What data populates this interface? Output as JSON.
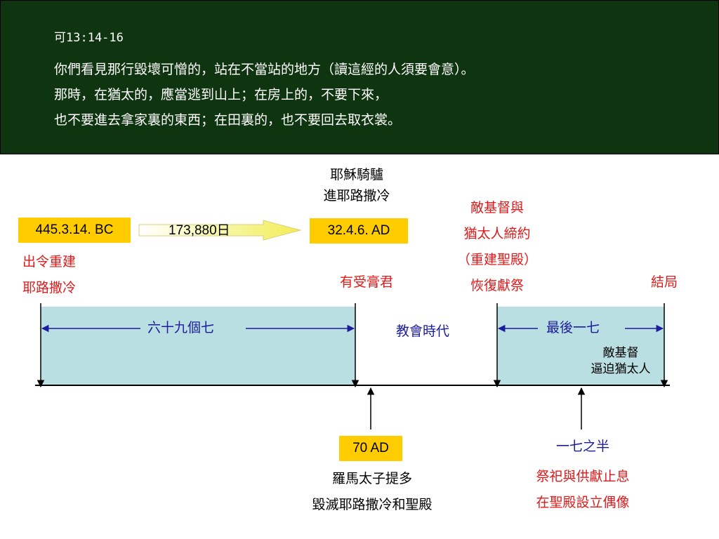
{
  "header": {
    "reference": "可13:14-16",
    "lines": [
      "你們看見那行毀壞可憎的，站在不當站的地方（讀這經的人須要會意）。",
      "那時，在猶太的，應當逃到山上；在房上的，不要下來，",
      "也不要進去拿家裏的東西；在田裏的，也不要回去取衣裳。"
    ]
  },
  "top_events": {
    "decree_date": "445.3.14. BC",
    "decree_desc": [
      "出令重建",
      "耶路撒冷"
    ],
    "days": "173,880日",
    "entry_title": [
      "耶穌騎驢",
      "進耶路撒冷"
    ],
    "entry_date": "32.4.6. AD",
    "anointed_cut_off": "有受膏君",
    "covenant": [
      "敵基督與",
      "猶太人締約",
      "（重建聖殿）",
      "恢復獻祭"
    ],
    "end": "結局"
  },
  "timeline": {
    "sixty_nine_weeks": "六十九個七",
    "church_age": "教會時代",
    "last_week": "最後一七",
    "antichrist_persecution": [
      "敵基督",
      "逼迫猶太人"
    ]
  },
  "bottom_events": {
    "destruction_date": "70 AD",
    "destruction_desc": [
      "羅馬太子提多",
      "毀滅耶路撒冷和聖殿"
    ],
    "half_week": "一七之半",
    "abomination": [
      "祭祀與供獻止息",
      "在聖殿設立偶像"
    ]
  },
  "colors": {
    "header_bg": "#0f3510",
    "box_fill": "#ffcc00",
    "band_fill": "#b9dfe2",
    "red_text": "#e01a1a",
    "blue_text": "#1c1c9c"
  }
}
